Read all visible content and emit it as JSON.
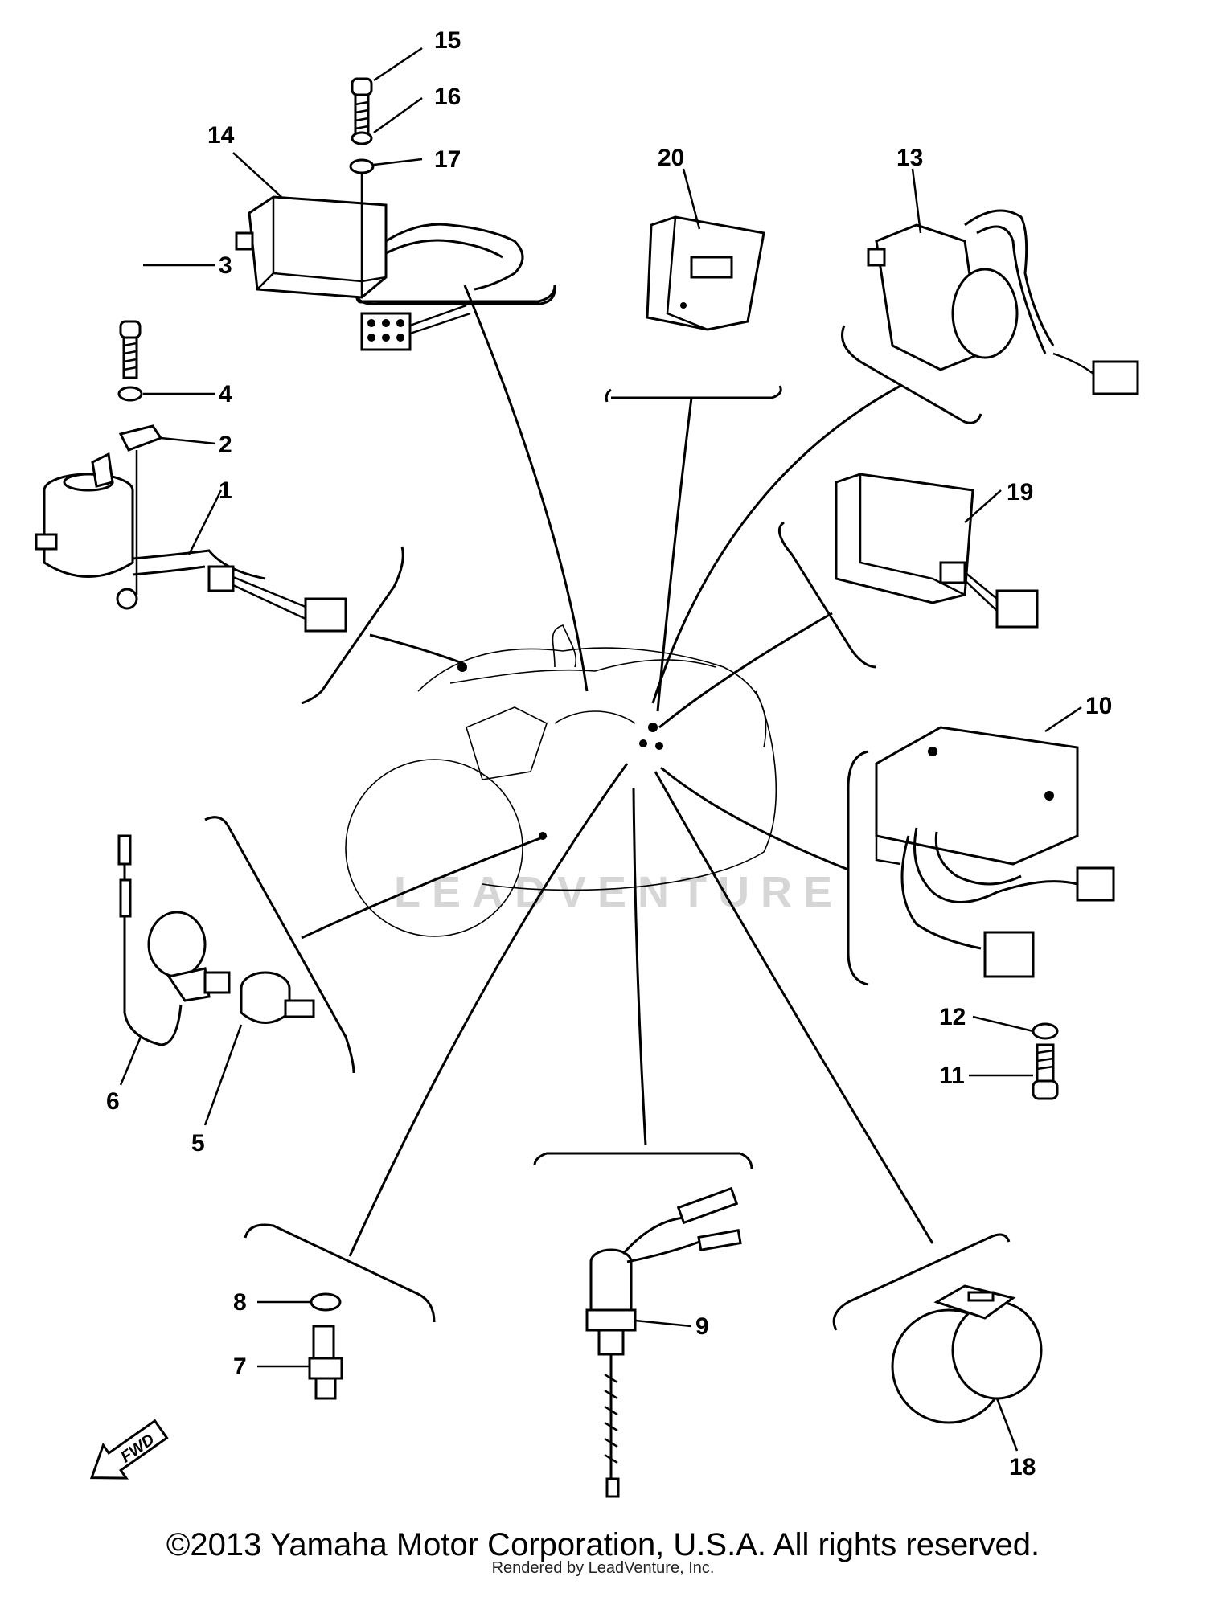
{
  "diagram": {
    "callouts": {
      "n1": "1",
      "n2": "2",
      "n3": "3",
      "n4": "4",
      "n5": "5",
      "n6": "6",
      "n7": "7",
      "n8": "8",
      "n9": "9",
      "n10": "10",
      "n11": "11",
      "n12": "12",
      "n13": "13",
      "n14": "14",
      "n15": "15",
      "n16": "16",
      "n17": "17",
      "n18": "18",
      "n19": "19",
      "n20": "20"
    },
    "fwd_label": "FWD",
    "watermark": "LEADVENTURE"
  },
  "footer": {
    "copyright": "©2013 Yamaha Motor Corporation, U.S.A. All rights reserved.",
    "rendered_by": "Rendered by LeadVenture, Inc."
  }
}
